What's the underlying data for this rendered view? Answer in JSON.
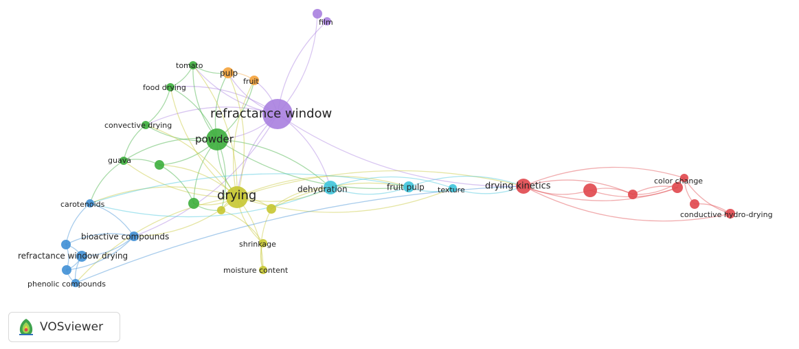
{
  "colors": {
    "red": "#e0474c",
    "green": "#3cae3c",
    "blue": "#3f8fd5",
    "olive": "#c6c631",
    "purple": "#a97fdf",
    "cyan": "#3fc4dc",
    "orange": "#f4a23a"
  },
  "nodes": [
    {
      "id": "refractance-window",
      "label": "refractance window",
      "cluster": "purple",
      "weight": 6
    },
    {
      "id": "film",
      "label": "film",
      "cluster": "purple",
      "weight": 1
    },
    {
      "id": "film-2",
      "label": "",
      "cluster": "purple",
      "weight": 1
    },
    {
      "id": "pulp",
      "label": "pulp",
      "cluster": "orange",
      "weight": 1.5
    },
    {
      "id": "fruit",
      "label": "fruit",
      "cluster": "orange",
      "weight": 1
    },
    {
      "id": "tomato",
      "label": "tomato",
      "cluster": "green",
      "weight": 1
    },
    {
      "id": "food-drying",
      "label": "food drying",
      "cluster": "green",
      "weight": 1
    },
    {
      "id": "convective-drying",
      "label": "convective drying",
      "cluster": "green",
      "weight": 1
    },
    {
      "id": "powder",
      "label": "powder",
      "cluster": "green",
      "weight": 4
    },
    {
      "id": "guava",
      "label": "guava",
      "cluster": "green",
      "weight": 1
    },
    {
      "id": "green-a",
      "label": "",
      "cluster": "green",
      "weight": 1.2
    },
    {
      "id": "green-b",
      "label": "",
      "cluster": "green",
      "weight": 1.6
    },
    {
      "id": "drying",
      "label": "drying",
      "cluster": "olive",
      "weight": 6
    },
    {
      "id": "olive-a",
      "label": "",
      "cluster": "olive",
      "weight": 1.2
    },
    {
      "id": "olive-b",
      "label": "",
      "cluster": "olive",
      "weight": 1.2
    },
    {
      "id": "shrinkage",
      "label": "shrinkage",
      "cluster": "olive",
      "weight": 1
    },
    {
      "id": "moisture-content",
      "label": "moisture content",
      "cluster": "olive",
      "weight": 1
    },
    {
      "id": "dehydration",
      "label": "dehydration",
      "cluster": "cyan",
      "weight": 2
    },
    {
      "id": "fruit-pulp",
      "label": "fruit pulp",
      "cluster": "cyan",
      "weight": 1.5
    },
    {
      "id": "texture",
      "label": "texture",
      "cluster": "cyan",
      "weight": 1
    },
    {
      "id": "carotenoids",
      "label": "carotenoids",
      "cluster": "blue",
      "weight": 1
    },
    {
      "id": "bioactive-compounds",
      "label": "bioactive compounds",
      "cluster": "blue",
      "weight": 1.4
    },
    {
      "id": "refractance-window-drying",
      "label": "refractance window drying",
      "cluster": "blue",
      "weight": 1.6
    },
    {
      "id": "phenolic-compounds",
      "label": "phenolic compounds",
      "cluster": "blue",
      "weight": 1.2
    },
    {
      "id": "blue-a",
      "label": "",
      "cluster": "blue",
      "weight": 1.2
    },
    {
      "id": "blue-b",
      "label": "",
      "cluster": "blue",
      "weight": 1.2
    },
    {
      "id": "drying-kinetics",
      "label": "drying kinetics",
      "cluster": "red",
      "weight": 3
    },
    {
      "id": "red-a",
      "label": "",
      "cluster": "red",
      "weight": 2
    },
    {
      "id": "red-b",
      "label": "",
      "cluster": "red",
      "weight": 1.5
    },
    {
      "id": "color-change",
      "label": "color change",
      "cluster": "red",
      "weight": 1.5
    },
    {
      "id": "red-c",
      "label": "",
      "cluster": "red",
      "weight": 1.2
    },
    {
      "id": "red-d",
      "label": "",
      "cluster": "red",
      "weight": 1.2
    },
    {
      "id": "conductive-hydro-drying",
      "label": "conductive hydro-drying",
      "cluster": "red",
      "weight": 1.2
    }
  ],
  "links": [
    [
      "refractance-window",
      "film"
    ],
    [
      "refractance-window",
      "film-2"
    ],
    [
      "refractance-window",
      "drying-kinetics"
    ],
    [
      "refractance-window",
      "powder"
    ],
    [
      "refractance-window",
      "drying"
    ],
    [
      "refractance-window",
      "pulp"
    ],
    [
      "refractance-window",
      "fruit"
    ],
    [
      "refractance-window",
      "dehydration"
    ],
    [
      "refractance-window",
      "convective-drying"
    ],
    [
      "refractance-window",
      "bioactive-compounds"
    ],
    [
      "refractance-window",
      "food-drying"
    ],
    [
      "refractance-window",
      "tomato"
    ],
    [
      "powder",
      "drying"
    ],
    [
      "powder",
      "tomato"
    ],
    [
      "powder",
      "food-drying"
    ],
    [
      "powder",
      "convective-drying"
    ],
    [
      "powder",
      "guava"
    ],
    [
      "powder",
      "green-a"
    ],
    [
      "powder",
      "green-b"
    ],
    [
      "powder",
      "pulp"
    ],
    [
      "powder",
      "fruit"
    ],
    [
      "powder",
      "dehydration"
    ],
    [
      "powder",
      "fruit-pulp"
    ],
    [
      "powder",
      "olive-a"
    ],
    [
      "drying",
      "green-a"
    ],
    [
      "drying",
      "green-b"
    ],
    [
      "drying",
      "olive-a"
    ],
    [
      "drying",
      "olive-b"
    ],
    [
      "drying",
      "shrinkage"
    ],
    [
      "drying",
      "moisture-content"
    ],
    [
      "drying",
      "dehydration"
    ],
    [
      "drying",
      "fruit-pulp"
    ],
    [
      "drying",
      "texture"
    ],
    [
      "drying",
      "drying-kinetics"
    ],
    [
      "drying",
      "carotenoids"
    ],
    [
      "drying",
      "bioactive-compounds"
    ],
    [
      "drying",
      "phenolic-compounds"
    ],
    [
      "drying",
      "guava"
    ],
    [
      "drying",
      "convective-drying"
    ],
    [
      "drying",
      "food-drying"
    ],
    [
      "drying",
      "pulp"
    ],
    [
      "drying",
      "fruit"
    ],
    [
      "drying",
      "tomato"
    ],
    [
      "tomato",
      "food-drying"
    ],
    [
      "tomato",
      "pulp"
    ],
    [
      "food-drying",
      "convective-drying"
    ],
    [
      "convective-drying",
      "guava"
    ],
    [
      "guava",
      "green-a"
    ],
    [
      "guava",
      "carotenoids"
    ],
    [
      "green-a",
      "green-b"
    ],
    [
      "green-b",
      "olive-a"
    ],
    [
      "olive-a",
      "shrinkage"
    ],
    [
      "olive-b",
      "moisture-content"
    ],
    [
      "olive-b",
      "dehydration"
    ],
    [
      "shrinkage",
      "moisture-content"
    ],
    [
      "olive-b",
      "fruit-pulp"
    ],
    [
      "dehydration",
      "fruit-pulp"
    ],
    [
      "dehydration",
      "texture"
    ],
    [
      "fruit-pulp",
      "texture"
    ],
    [
      "fruit-pulp",
      "drying-kinetics"
    ],
    [
      "texture",
      "drying-kinetics"
    ],
    [
      "dehydration",
      "carotenoids"
    ],
    [
      "fruit-pulp",
      "carotenoids"
    ],
    [
      "carotenoids",
      "bioactive-compounds"
    ],
    [
      "carotenoids",
      "blue-a"
    ],
    [
      "bioactive-compounds",
      "refractance-window-drying"
    ],
    [
      "bioactive-compounds",
      "blue-a"
    ],
    [
      "bioactive-compounds",
      "blue-b"
    ],
    [
      "refractance-window-drying",
      "blue-a"
    ],
    [
      "refractance-window-drying",
      "blue-b"
    ],
    [
      "refractance-window-drying",
      "phenolic-compounds"
    ],
    [
      "blue-a",
      "blue-b"
    ],
    [
      "blue-b",
      "phenolic-compounds"
    ],
    [
      "phenolic-compounds",
      "drying-kinetics"
    ],
    [
      "drying-kinetics",
      "red-a"
    ],
    [
      "drying-kinetics",
      "red-b"
    ],
    [
      "drying-kinetics",
      "color-change"
    ],
    [
      "drying-kinetics",
      "red-c"
    ],
    [
      "drying-kinetics",
      "conductive-hydro-drying"
    ],
    [
      "red-a",
      "red-b"
    ],
    [
      "red-a",
      "color-change"
    ],
    [
      "red-b",
      "color-change"
    ],
    [
      "red-b",
      "red-c"
    ],
    [
      "color-change",
      "red-c"
    ],
    [
      "red-c",
      "red-d"
    ],
    [
      "red-d",
      "conductive-hydro-drying"
    ],
    [
      "red-c",
      "conductive-hydro-drying"
    ],
    [
      "pulp",
      "fruit"
    ]
  ],
  "badge": {
    "text": "VOSviewer",
    "logo": "vosviewer-logo-icon"
  }
}
